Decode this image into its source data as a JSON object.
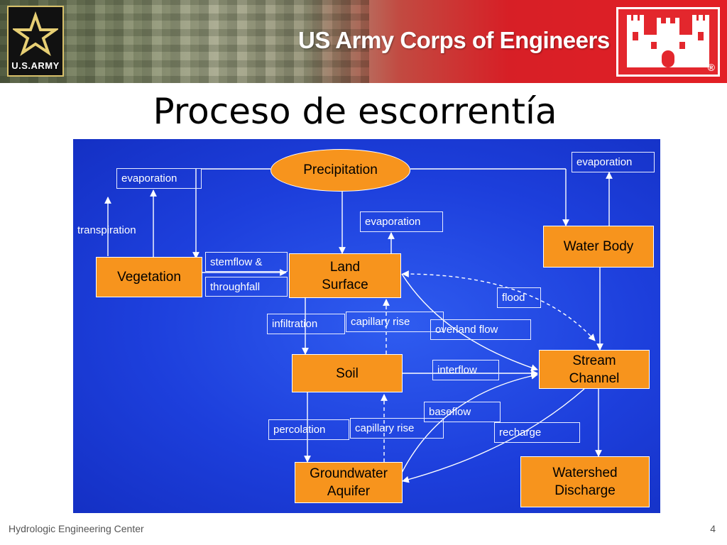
{
  "header": {
    "army_logo_text": "U.S.ARMY",
    "banner_title": "US Army Corps of Engineers",
    "registered_mark": "®"
  },
  "slide": {
    "title": "Proceso de escorrentía"
  },
  "diagram": {
    "nodes": {
      "precipitation": "Precipitation",
      "vegetation": "Vegetation",
      "land_surface_line1": "Land",
      "land_surface_line2": "Surface",
      "water_body": "Water Body",
      "soil": "Soil",
      "stream_channel_line1": "Stream",
      "stream_channel_line2": "Channel",
      "groundwater_line1": "Groundwater",
      "groundwater_line2": "Aquifer",
      "watershed_line1": "Watershed",
      "watershed_line2": "Discharge"
    },
    "labels": {
      "evaporation_left": "evaporation",
      "evaporation_center": "evaporation",
      "evaporation_right": "evaporation",
      "transpiration": "transpiration",
      "stemflow": "stemflow &",
      "throughfall": "throughfall",
      "flood": "flood",
      "infiltration": "infiltration",
      "capillary_rise_upper": "capillary rise",
      "overland_flow": "overland flow",
      "interflow": "interflow",
      "baseflow": "baseflow",
      "percolation": "percolation",
      "capillary_rise_lower": "capillary rise",
      "recharge": "recharge"
    },
    "colors": {
      "node_fill": "#f7941d",
      "background": "#1d3fdc",
      "line": "#ffffff"
    }
  },
  "footer": {
    "organization": "Hydrologic Engineering Center",
    "page_number": "4"
  }
}
